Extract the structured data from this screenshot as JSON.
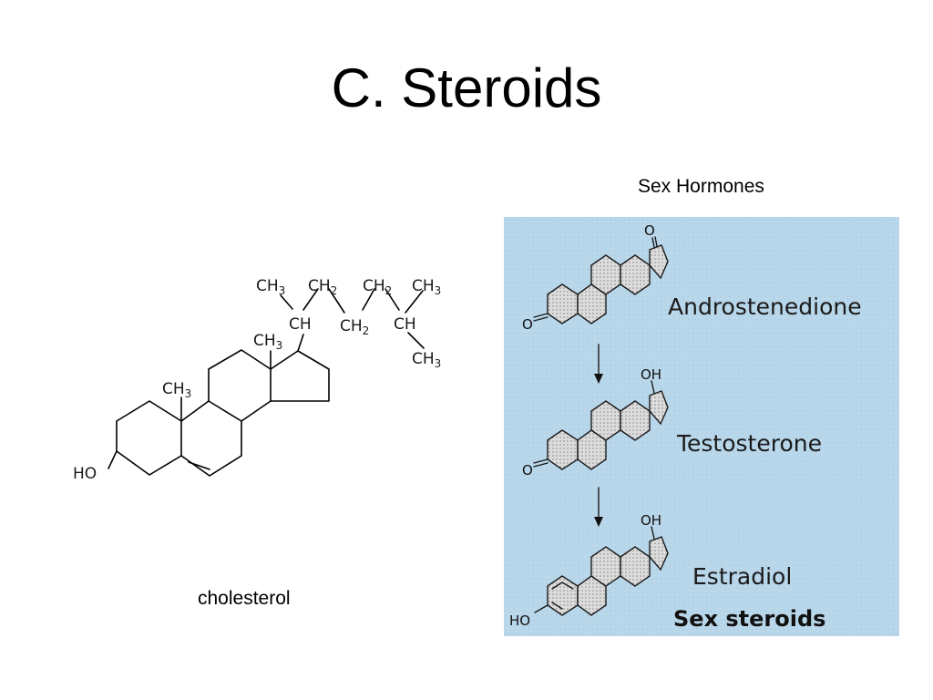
{
  "slide": {
    "title": "C. Steroids",
    "left_caption": "cholesterol",
    "right_caption": "Sex Hormones"
  },
  "cholesterol": {
    "labels": {
      "ho": "HO",
      "methyl_a": "CH",
      "methyl_b": "CH",
      "ch_a": "CH",
      "ch_b": "CH",
      "c1": "CH",
      "c2": "CH",
      "c3": "CH",
      "c4": "CH",
      "c5": "CH",
      "c6": "CH",
      "sub3": "3",
      "sub2": "2"
    }
  },
  "hormones_panel": {
    "background": "#b9d7ea",
    "compounds": [
      {
        "name": "Androstenedione",
        "top_group": "O",
        "left_group": "O"
      },
      {
        "name": "Testosterone",
        "top_group": "OH",
        "left_group": "O"
      },
      {
        "name": "Estradiol",
        "top_group": "OH",
        "left_group": "HO"
      }
    ],
    "footer": "Sex steroids"
  }
}
